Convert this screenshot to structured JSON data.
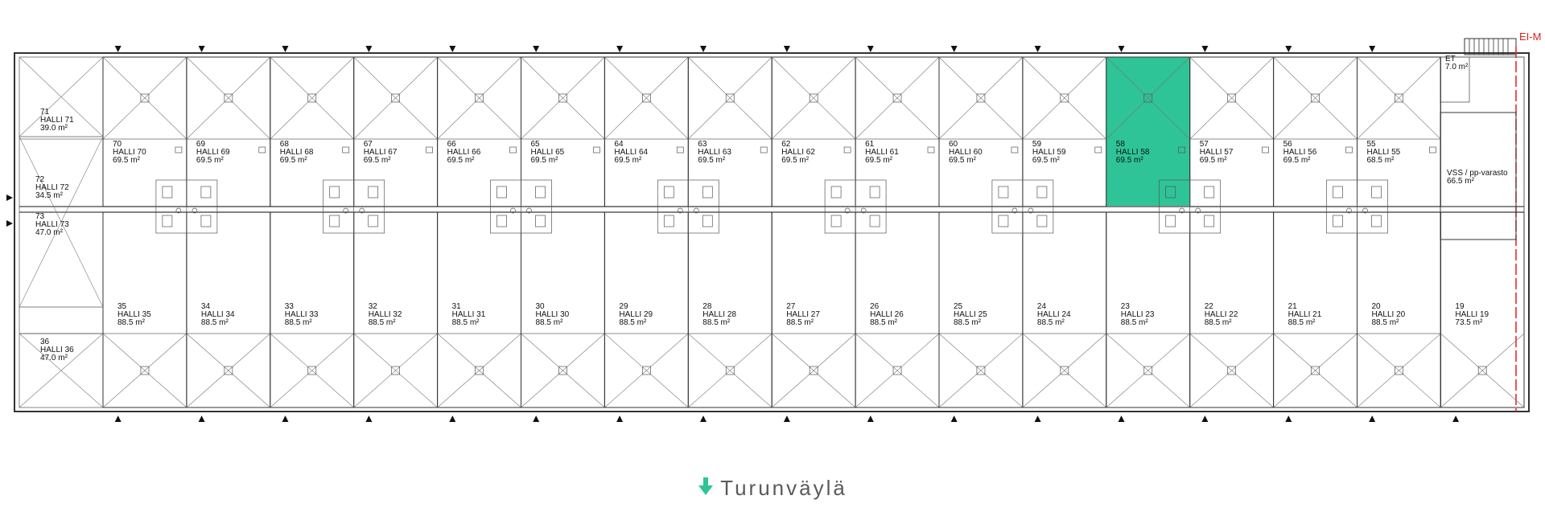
{
  "highlight_color": "#2ec497",
  "accent_red": "#e02020",
  "street_label": "Turunväylä",
  "street_icon": "arrow-down-icon",
  "corner_tag": "EI-M",
  "special_rooms": [
    {
      "num": "71",
      "name": "HALLI 71",
      "area": "39.0 m²"
    },
    {
      "num": "72",
      "name": "HALLI 72",
      "area": "34.5 m²"
    },
    {
      "num": "73",
      "name": "HALLI 73",
      "area": "47.0 m²"
    },
    {
      "num": "36",
      "name": "HALLI 36",
      "area": "47.0 m²"
    },
    {
      "num": "ET",
      "name": "",
      "area": "7.0 m²"
    },
    {
      "num": "",
      "name": "VSS / pp-varasto",
      "area": "66.5 m²"
    }
  ],
  "top_row": [
    {
      "num": "70",
      "name": "HALLI 70",
      "area": "69.5 m²"
    },
    {
      "num": "69",
      "name": "HALLI 69",
      "area": "69.5 m²"
    },
    {
      "num": "68",
      "name": "HALLI 68",
      "area": "69.5 m²"
    },
    {
      "num": "67",
      "name": "HALLI 67",
      "area": "69.5 m²"
    },
    {
      "num": "66",
      "name": "HALLI 66",
      "area": "69.5 m²"
    },
    {
      "num": "65",
      "name": "HALLI 65",
      "area": "69.5 m²"
    },
    {
      "num": "64",
      "name": "HALLI 64",
      "area": "69.5 m²"
    },
    {
      "num": "63",
      "name": "HALLI 63",
      "area": "69.5 m²"
    },
    {
      "num": "62",
      "name": "HALLI 62",
      "area": "69.5 m²"
    },
    {
      "num": "61",
      "name": "HALLI 61",
      "area": "69.5 m²"
    },
    {
      "num": "60",
      "name": "HALLI 60",
      "area": "69.5 m²"
    },
    {
      "num": "59",
      "name": "HALLI 59",
      "area": "69.5 m²"
    },
    {
      "num": "58",
      "name": "HALLI 58",
      "area": "69.5 m²",
      "highlighted": true
    },
    {
      "num": "57",
      "name": "HALLI 57",
      "area": "69.5 m²"
    },
    {
      "num": "56",
      "name": "HALLI 56",
      "area": "69.5 m²"
    },
    {
      "num": "55",
      "name": "HALLI 55",
      "area": "68.5 m²"
    }
  ],
  "bottom_row": [
    {
      "num": "35",
      "name": "HALLI 35",
      "area": "88.5 m²"
    },
    {
      "num": "34",
      "name": "HALLI 34",
      "area": "88.5 m²"
    },
    {
      "num": "33",
      "name": "HALLI 33",
      "area": "88.5 m²"
    },
    {
      "num": "32",
      "name": "HALLI 32",
      "area": "88.5 m²"
    },
    {
      "num": "31",
      "name": "HALLI 31",
      "area": "88.5 m²"
    },
    {
      "num": "30",
      "name": "HALLI 30",
      "area": "88.5 m²"
    },
    {
      "num": "29",
      "name": "HALLI 29",
      "area": "88.5 m²"
    },
    {
      "num": "28",
      "name": "HALLI 28",
      "area": "88.5 m²"
    },
    {
      "num": "27",
      "name": "HALLI 27",
      "area": "88.5 m²"
    },
    {
      "num": "26",
      "name": "HALLI 26",
      "area": "88.5 m²"
    },
    {
      "num": "25",
      "name": "HALLI 25",
      "area": "88.5 m²"
    },
    {
      "num": "24",
      "name": "HALLI 24",
      "area": "88.5 m²"
    },
    {
      "num": "23",
      "name": "HALLI 23",
      "area": "88.5 m²"
    },
    {
      "num": "22",
      "name": "HALLI 22",
      "area": "88.5 m²"
    },
    {
      "num": "21",
      "name": "HALLI 21",
      "area": "88.5 m²"
    },
    {
      "num": "20",
      "name": "HALLI 20",
      "area": "88.5 m²"
    },
    {
      "num": "19",
      "name": "HALLI 19",
      "area": "73.5 m²"
    }
  ]
}
